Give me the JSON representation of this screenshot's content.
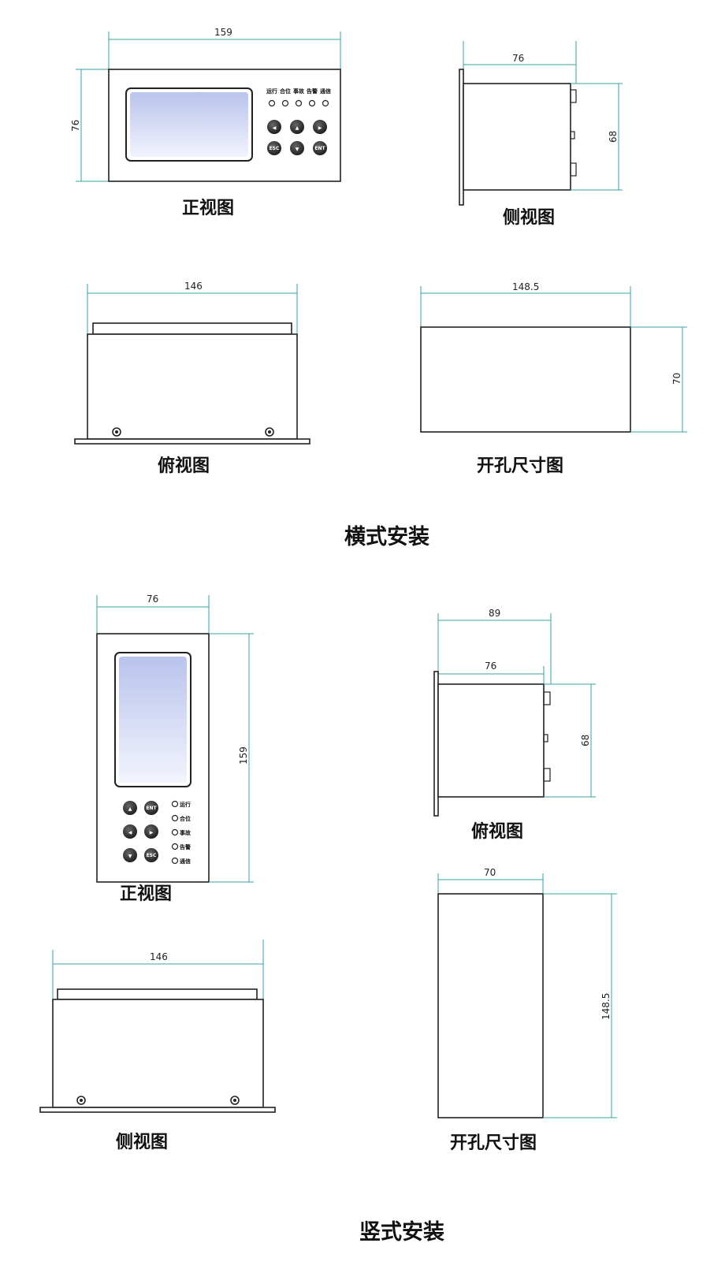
{
  "horizontal": {
    "title": "横式安装",
    "front": {
      "caption": "正视图",
      "width": "159",
      "height": "76",
      "leds": [
        "运行",
        "合位",
        "事故",
        "告警",
        "通信"
      ],
      "buttons": [
        "◀",
        "▲",
        "▶",
        "ESC",
        "▼",
        "ENT"
      ]
    },
    "side": {
      "caption": "侧视图",
      "depth": "76",
      "height": "68"
    },
    "top": {
      "caption": "俯视图",
      "width": "146"
    },
    "cutout": {
      "caption": "开孔尺寸图",
      "width": "148.5",
      "height": "70"
    }
  },
  "vertical": {
    "title": "竖式安装",
    "front": {
      "caption": "正视图",
      "width": "76",
      "height": "159",
      "buttons": [
        "▲",
        "ENT",
        "◀",
        "▶",
        "▼",
        "ESC"
      ],
      "leds": [
        "运行",
        "合位",
        "事故",
        "告警",
        "通信"
      ]
    },
    "top": {
      "caption": "俯视图",
      "overall": "89",
      "depth": "76",
      "height": "68"
    },
    "side": {
      "caption": "侧视图",
      "width": "146"
    },
    "cutout": {
      "caption": "开孔尺寸图",
      "width": "70",
      "height": "148.5"
    }
  },
  "colors": {
    "line": "#222222",
    "dimension": "#3aa3a3",
    "screen_top": "#b9c3ec",
    "screen_bottom": "#f2f4fd"
  }
}
